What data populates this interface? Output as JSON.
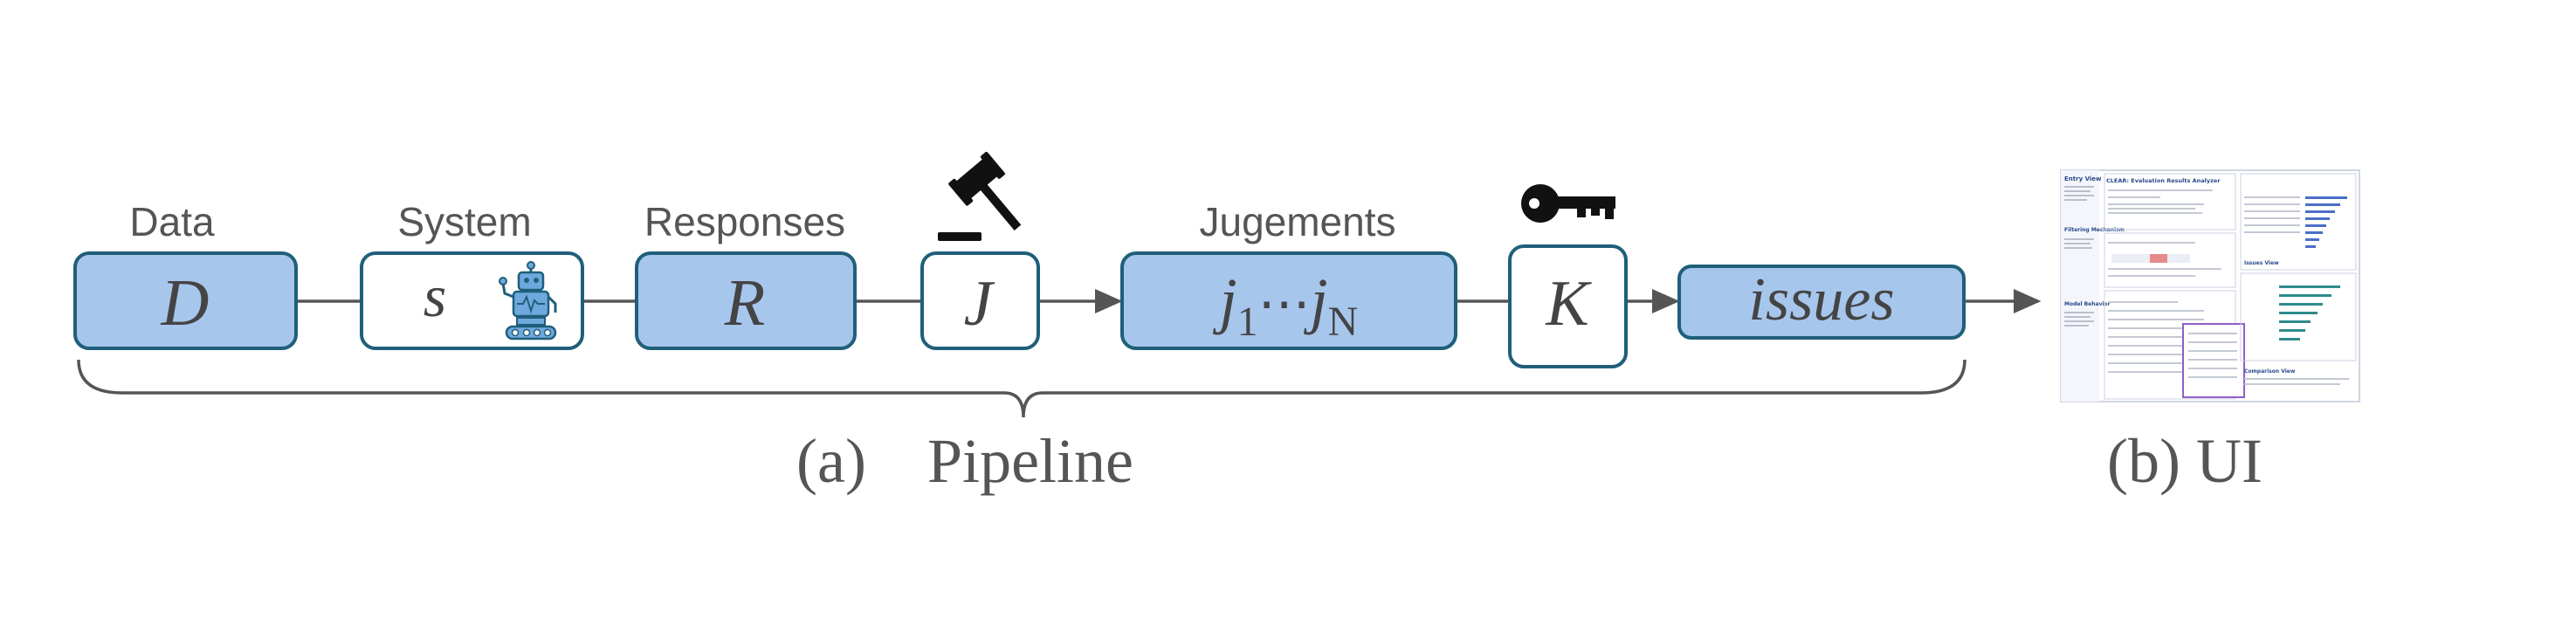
{
  "labels": {
    "data": "Data",
    "system": "System",
    "responses": "Responses",
    "judgements": "Jugements"
  },
  "nodes": {
    "D": "D",
    "s": "s",
    "R": "R",
    "J": "J",
    "j_first": "j",
    "j_first_sub": "1",
    "j_dots": "⋯",
    "j_last": "j",
    "j_last_sub": "N",
    "K": "K",
    "issues": "issues"
  },
  "icons": {
    "robot": "robot-icon",
    "gavel": "gavel-icon",
    "key": "key-icon",
    "ui_thumbnail": "ui-screenshot-thumbnail"
  },
  "captions": {
    "pipeline_tag": "(a)",
    "pipeline": "Pipeline",
    "ui": "(b) UI"
  },
  "ui_thumbnail": {
    "title": "CLEAR: Evaluation Results Analyzer",
    "sections": [
      "Entry View",
      "Filtering Mechanism",
      "Model Behavior"
    ],
    "panels": [
      "Issues View",
      "Comparison View"
    ]
  },
  "colors": {
    "box_fill": "#a7c6ec",
    "box_stroke": "#1f5f7a",
    "connector": "#555555",
    "text": "#555555"
  }
}
